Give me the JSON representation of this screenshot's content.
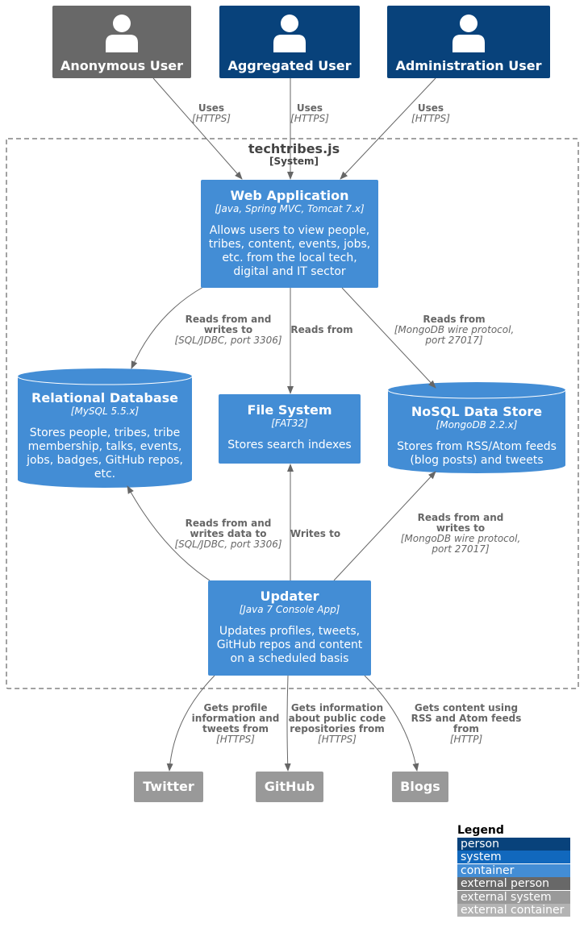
{
  "persons": [
    {
      "id": "anon",
      "name": "Anonymous User",
      "color": "#686868"
    },
    {
      "id": "agg",
      "name": "Aggregated User",
      "color": "#08427b"
    },
    {
      "id": "admin",
      "name": "Administration User",
      "color": "#08427b"
    }
  ],
  "boundary": {
    "title": "techtribes.js",
    "subtitle": "[System]"
  },
  "containers": {
    "web": {
      "title": "Web Application",
      "tech": "[Java, Spring MVC, Tomcat 7.x]",
      "desc": "Allows users to view people, tribes, content, events, jobs, etc. from the local tech, digital and IT sector"
    },
    "rdb": {
      "title": "Relational Database",
      "tech": "[MySQL 5.5.x]",
      "desc": "Stores people, tribes, tribe membership, talks, events, jobs, badges, GitHub repos, etc."
    },
    "fs": {
      "title": "File System",
      "tech": "[FAT32]",
      "desc": "Stores search indexes"
    },
    "nosql": {
      "title": "NoSQL Data Store",
      "tech": "[MongoDB 2.2.x]",
      "desc": "Stores from RSS/Atom feeds (blog posts) and tweets"
    },
    "updater": {
      "title": "Updater",
      "tech": "[Java 7 Console App]",
      "desc": "Updates profiles, tweets, GitHub repos and content on a scheduled basis"
    }
  },
  "externals": {
    "twitter": "Twitter",
    "github": "GitHub",
    "blogs": "Blogs"
  },
  "relations": {
    "anon_web": {
      "label": "Uses",
      "tech": "[HTTPS]"
    },
    "agg_web": {
      "label": "Uses",
      "tech": "[HTTPS]"
    },
    "admin_web": {
      "label": "Uses",
      "tech": "[HTTPS]"
    },
    "web_rdb": {
      "label": "Reads from and writes to",
      "tech": "[SQL/JDBC, port 3306]"
    },
    "web_fs": {
      "label": "Reads from",
      "tech": ""
    },
    "web_nosql": {
      "label": "Reads from",
      "tech": "[MongoDB wire protocol, port 27017]"
    },
    "upd_rdb": {
      "label": "Reads from and writes data to",
      "tech": "[SQL/JDBC, port 3306]"
    },
    "upd_fs": {
      "label": "Writes to",
      "tech": ""
    },
    "upd_nosql": {
      "label": "Reads from and writes to",
      "tech": "[MongoDB wire protocol, port 27017]"
    },
    "upd_twitter": {
      "label": "Gets profile information and tweets from",
      "tech": "[HTTPS]"
    },
    "upd_github": {
      "label": "Gets information about public code repositories from",
      "tech": "[HTTPS]"
    },
    "upd_blogs": {
      "label": "Gets content using RSS and Atom feeds from",
      "tech": "[HTTP]"
    }
  },
  "legend": {
    "title": "Legend",
    "items": [
      {
        "label": "person",
        "color": "#08427b"
      },
      {
        "label": "system",
        "color": "#1168bd"
      },
      {
        "label": "container",
        "color": "#438dd5"
      },
      {
        "label": "external person",
        "color": "#686868"
      },
      {
        "label": "external system",
        "color": "#999999"
      },
      {
        "label": "external container",
        "color": "#b3b3b3"
      }
    ]
  }
}
